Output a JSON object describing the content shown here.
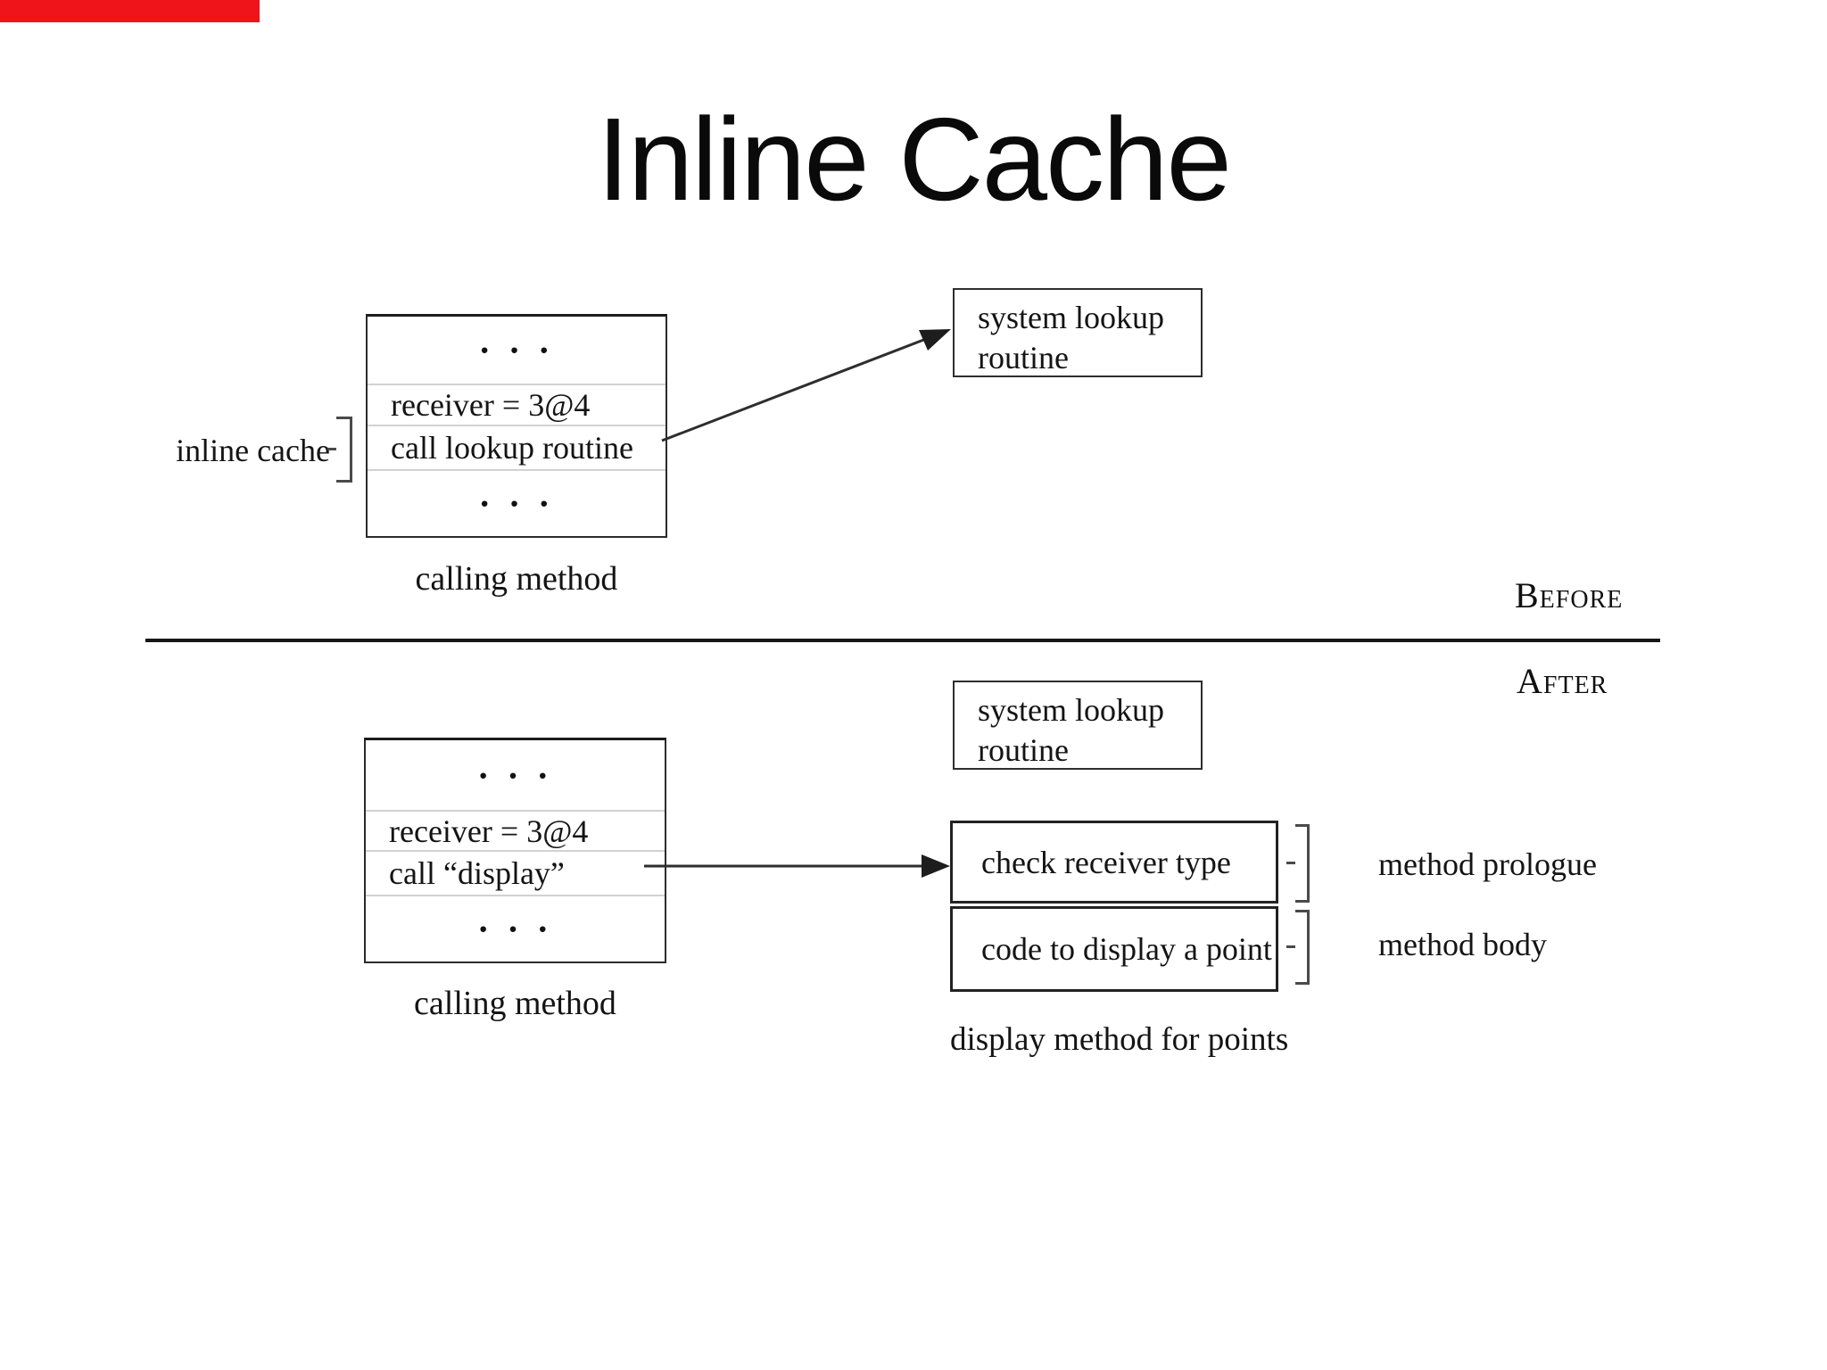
{
  "slide": {
    "title": "Inline Cache",
    "red_marker_color": "#ee1419"
  },
  "before": {
    "section_label": "Before",
    "calling_method": {
      "rows": [
        "· · ·",
        "receiver = 3@4",
        "call lookup routine",
        "· · ·"
      ],
      "caption": "calling method"
    },
    "inline_cache_label": "inline cache",
    "system_lookup": {
      "line1": "system lookup",
      "line2": "routine"
    }
  },
  "after": {
    "section_label": "After",
    "calling_method": {
      "rows": [
        "· · ·",
        "receiver = 3@4",
        "call  “display”",
        "· · ·"
      ],
      "caption": "calling method"
    },
    "system_lookup": {
      "line1": "system lookup",
      "line2": "routine"
    },
    "display_method": {
      "prologue_cell": "check receiver type",
      "body_cell": "code to display a point",
      "caption": "display method for points"
    },
    "labels": {
      "prologue": "method prologue",
      "body": "method body"
    }
  }
}
